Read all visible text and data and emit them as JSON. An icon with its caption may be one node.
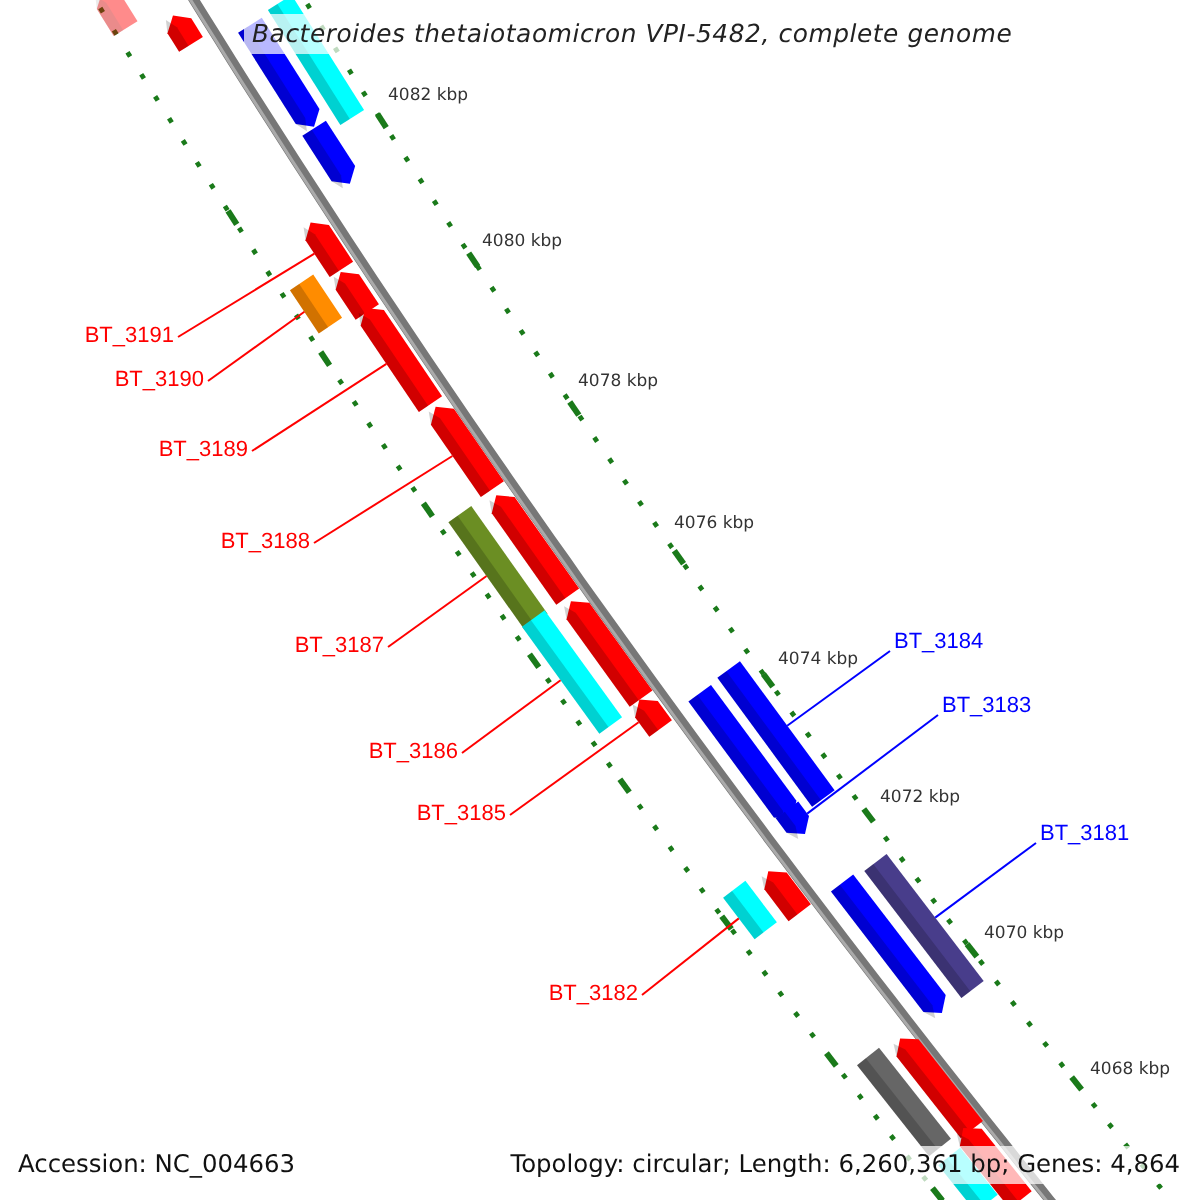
{
  "diagram": {
    "title": "Bacteroides thetaiotaomicron VPI-5482, complete genome",
    "nodes": [
      {
        "text": [
          "BT_3191"
        ]
      },
      {
        "text": [
          "BT_3190"
        ]
      },
      {
        "text": [
          "BT_3189"
        ]
      },
      {
        "text": [
          "BT_3188"
        ]
      },
      {
        "text": [
          "BT_3184"
        ]
      },
      {
        "text": [
          "BT_3187"
        ]
      },
      {
        "text": [
          "BT_3183"
        ]
      },
      {
        "text": [
          "BT_3186"
        ]
      },
      {
        "text": [
          "BT_3185"
        ]
      },
      {
        "text": [
          "BT_3181"
        ]
      },
      {
        "text": [
          "BT_3182"
        ]
      },
      {
        "text": [],
        "shape": "arrow"
      },
      {
        "text": [],
        "shape": "arrow"
      },
      {
        "text": [],
        "shape": "box"
      },
      {
        "text": [],
        "shape": "arrow"
      },
      {
        "text": [],
        "shape": "arrow"
      },
      {
        "text": [],
        "shape": "arrow"
      },
      {
        "text": [],
        "shape": "arrow"
      },
      {
        "text": [],
        "shape": "box"
      },
      {
        "text": [],
        "shape": "arrow"
      },
      {
        "text": [],
        "shape": "arrow"
      },
      {
        "text": [],
        "shape": "arrow"
      },
      {
        "text": [],
        "shape": "box"
      },
      {
        "text": [],
        "shape": "arrow"
      },
      {
        "text": [],
        "shape": "box"
      },
      {
        "text": [],
        "shape": "arrow"
      },
      {
        "text": [],
        "shape": "box"
      },
      {
        "text": [],
        "shape": "arrow"
      },
      {
        "text": [],
        "shape": "arrow"
      },
      {
        "text": [],
        "shape": "arrow"
      },
      {
        "text": [],
        "shape": "box"
      },
      {
        "text": [],
        "shape": "box"
      },
      {
        "text": [],
        "shape": "arrow"
      },
      {
        "text": [],
        "shape": "arrow"
      },
      {
        "text": [],
        "shape": "box"
      },
      {
        "text": [],
        "shape": "arrow"
      },
      {
        "text": [],
        "shape": "box"
      }
    ],
    "edges": [
      {
        "from": 0,
        "to": 16,
        "arrow": "none"
      },
      {
        "from": 1,
        "to": 18,
        "arrow": "none"
      },
      {
        "from": 2,
        "to": 19,
        "arrow": "none"
      },
      {
        "from": 3,
        "to": 20,
        "arrow": "none"
      },
      {
        "from": 4,
        "to": 26,
        "arrow": "none",
        "color": "#0000ff"
      },
      {
        "from": 5,
        "to": 22,
        "arrow": "none"
      },
      {
        "from": 6,
        "to": 28,
        "arrow": "none",
        "color": "#0000ff"
      },
      {
        "from": 7,
        "to": 24,
        "arrow": "none"
      },
      {
        "from": 8,
        "to": 25,
        "arrow": "none"
      },
      {
        "from": 9,
        "to": 31,
        "arrow": "none",
        "color": "#0000ff"
      },
      {
        "from": 10,
        "to": 30,
        "arrow": "none"
      }
    ],
    "labels": [
      "4082 kbp",
      "4080 kbp",
      "4078 kbp",
      "4076 kbp",
      "4074 kbp",
      "4072 kbp",
      "4070 kbp",
      "4068 kbp",
      "Accession: NC_004663",
      "Topology: circular; Length: 6,260,361 bp; Genes: 4,864"
    ]
  }
}
